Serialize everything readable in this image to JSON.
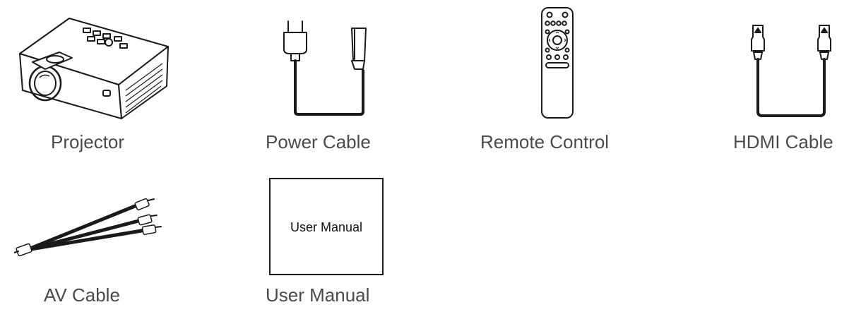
{
  "items": [
    {
      "id": "projector",
      "label": "Projector",
      "icon": "projector-icon"
    },
    {
      "id": "power-cable",
      "label": "Power Cable",
      "icon": "power-cable-icon"
    },
    {
      "id": "remote-control",
      "label": "Remote Control",
      "icon": "remote-control-icon"
    },
    {
      "id": "hdmi-cable",
      "label": "HDMI Cable",
      "icon": "hdmi-cable-icon"
    },
    {
      "id": "av-cable",
      "label": "AV Cable",
      "icon": "av-cable-icon"
    },
    {
      "id": "user-manual",
      "label": "User Manual",
      "icon": "user-manual-icon"
    }
  ],
  "manual_cover_text": "User Manual",
  "colors": {
    "line": "#1a1a1a",
    "caption": "#4a4a4a",
    "background": "#ffffff"
  }
}
